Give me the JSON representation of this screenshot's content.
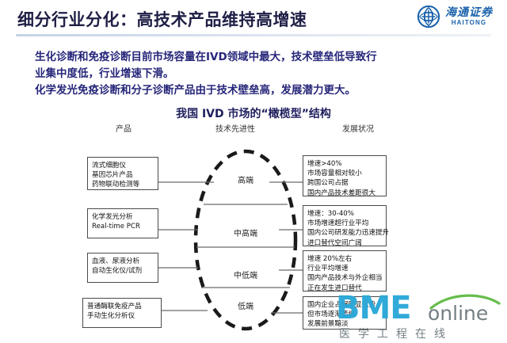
{
  "header": {
    "title": "细分行业分化：高技术产品维持高增速",
    "logo": {
      "cn": "海通证券",
      "en": "HAITONG",
      "mark": "haitong-emblem-icon"
    },
    "accent_color": "#1b62ab",
    "title_color": "#1f1f46"
  },
  "intro": {
    "line1": "生化诊断和免疫诊断目前市场容量在IVD领域中最大，技术壁垒低导致行",
    "line2": "业集中度低，行业增速下滑。",
    "line3": "化学发光免疫诊断和分子诊断产品由于技术壁垒高，发展潜力更大。",
    "color": "#26267a"
  },
  "chart_data": {
    "type": "diagram",
    "title": "我国 IVD 市场的“橄榄型”结构",
    "shape": "olive-oval-dashed",
    "columns": [
      "产品",
      "技术先进性",
      "发展状况"
    ],
    "tiers": [
      {
        "tier": "高端",
        "product": [
          "流式细胞仪",
          "基因芯片产品",
          "药物联动检测等"
        ],
        "status": [
          "增速>40%",
          "市场容量相对较小",
          "跨国公司占据",
          "国内产品技术差距很大"
        ],
        "growth_rate": ">40%"
      },
      {
        "tier": "中高端",
        "product": [
          "化学发光分析",
          "Real-time PCR"
        ],
        "status": [
          "增速：30-40%",
          "市场增速超行业平均",
          "国内公司研发能力迅速提升",
          "进口替代空间广阔"
        ],
        "growth_rate": "30-40%"
      },
      {
        "tier": "中低端",
        "product": [
          "血液、尿液分析",
          "自动生化仪/试剂"
        ],
        "status": [
          "增速 20%左右",
          "行业平均增速",
          "国内产品技术与外企相当",
          "正在发生进口替代"
        ],
        "growth_rate": "20%"
      },
      {
        "tier": "低端",
        "product": [
          "普通酶联免疫产品",
          "手动生化分析仪"
        ],
        "status": [
          "国内企业占据明显优势",
          "但市场逐渐萎缩",
          "发展前景黯淡"
        ],
        "growth_rate": ""
      }
    ]
  },
  "watermark": {
    "bme": "BME",
    "online": "online",
    "cn": "医学工程在线",
    "color": "#2aa8d8"
  }
}
